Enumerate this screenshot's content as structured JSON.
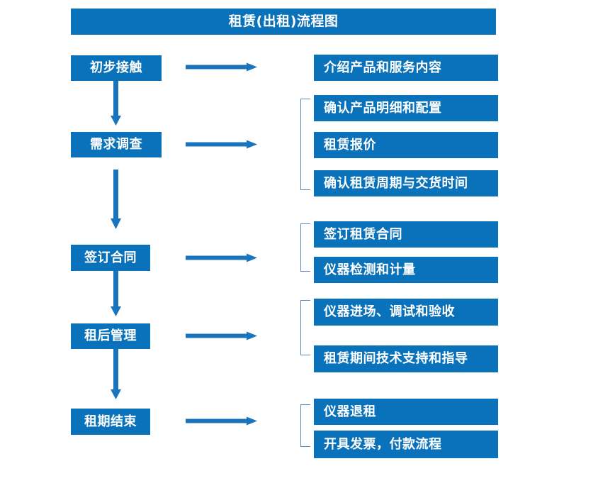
{
  "diagram": {
    "title": "租赁(出租)流程图",
    "colors": {
      "box_fill": "#0a72bb",
      "box_text": "#ffffff",
      "arrow": "#1a74bd",
      "bracket": "#5b88b8",
      "background": "#ffffff"
    },
    "stages": [
      {
        "label": "初步接触"
      },
      {
        "label": "需求调查"
      },
      {
        "label": "签订合同"
      },
      {
        "label": "租后管理"
      },
      {
        "label": "租期结束"
      }
    ],
    "details": [
      {
        "label": "介绍产品和服务内容"
      },
      {
        "label": "确认产品明细和配置"
      },
      {
        "label": "租赁报价"
      },
      {
        "label": "确认租赁周期与交货时间"
      },
      {
        "label": "签订租赁合同"
      },
      {
        "label": "仪器检测和计量"
      },
      {
        "label": "仪器进场、调试和验收"
      },
      {
        "label": "租赁期间技术支持和指导"
      },
      {
        "label": "仪器退租"
      },
      {
        "label": "开具发票，付款流程"
      }
    ],
    "groups": [
      {
        "stage": "需求调查",
        "details": [
          "确认产品明细和配置",
          "租赁报价",
          "确认租赁周期与交货时间"
        ]
      },
      {
        "stage": "签订合同",
        "details": [
          "签订租赁合同",
          "仪器检测和计量"
        ]
      },
      {
        "stage": "租后管理",
        "details": [
          "仪器进场、调试和验收",
          "租赁期间技术支持和指导"
        ]
      },
      {
        "stage": "租期结束",
        "details": [
          "仪器退租",
          "开具发票，付款流程"
        ]
      }
    ],
    "flow_sequence": [
      "初步接触",
      "需求调查",
      "签订合同",
      "租后管理",
      "租期结束"
    ]
  }
}
